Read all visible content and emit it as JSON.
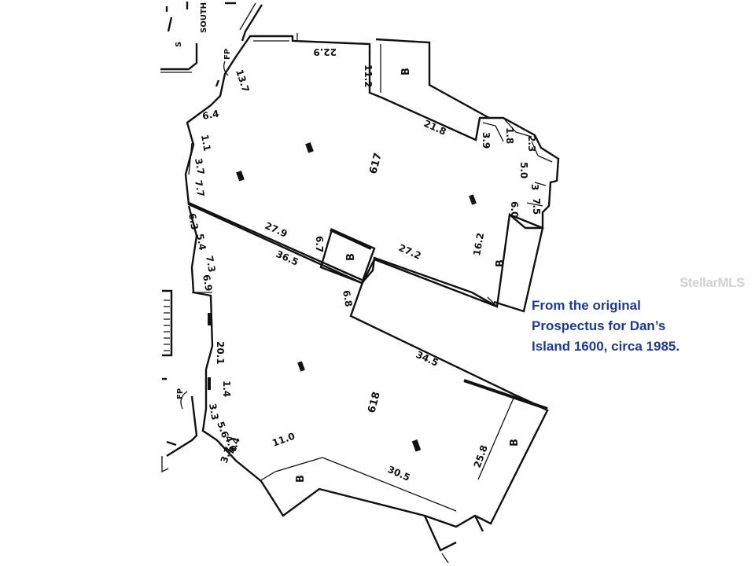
{
  "caption": {
    "line1": "From the original",
    "line2": "Prospectus for Dan’s",
    "line3": "Island 1600, circa 1985."
  },
  "watermark": "StellarMLS",
  "plan": {
    "street_label": "SOUTH",
    "fireplace_label": "FP",
    "units": {
      "upper": "617",
      "lower": "618"
    },
    "balcony_label": "B",
    "dims": {
      "d22_9": "22.9",
      "d11_2": "11.2",
      "d13_7": "13.7",
      "d6_4": "6.4",
      "d1_1": "1.1",
      "d3_7": "3.7",
      "d7_7": "7.7",
      "d6_3": "6.3",
      "d5_4": "5.4",
      "d7_3": "7.3",
      "d6_9": "6.9",
      "d27_9": "27.9",
      "d6_7": "6.7",
      "d36_5": "36.5",
      "d27_2": "27.2",
      "d16_2": "16.2",
      "d21_8": "21.8",
      "d3_9": "3.9",
      "d1_8": "1.8",
      "d2_3": "2.3",
      "d5_0": "5.0",
      "d3": "3",
      "d6_0": "6.0",
      "d7_5": "7.5",
      "d6_8": "6.8",
      "d34_5": "34.5",
      "d20_1": "20.1",
      "d1_4": "1.4",
      "d3_3": "3.3",
      "d5_6": "5.6",
      "d4_6": "4.6",
      "d3_7b": "3.7",
      "d4_4": "4.4",
      "d11_0": "11.0",
      "d30_5": "30.5",
      "d25_8": "25.8"
    }
  }
}
